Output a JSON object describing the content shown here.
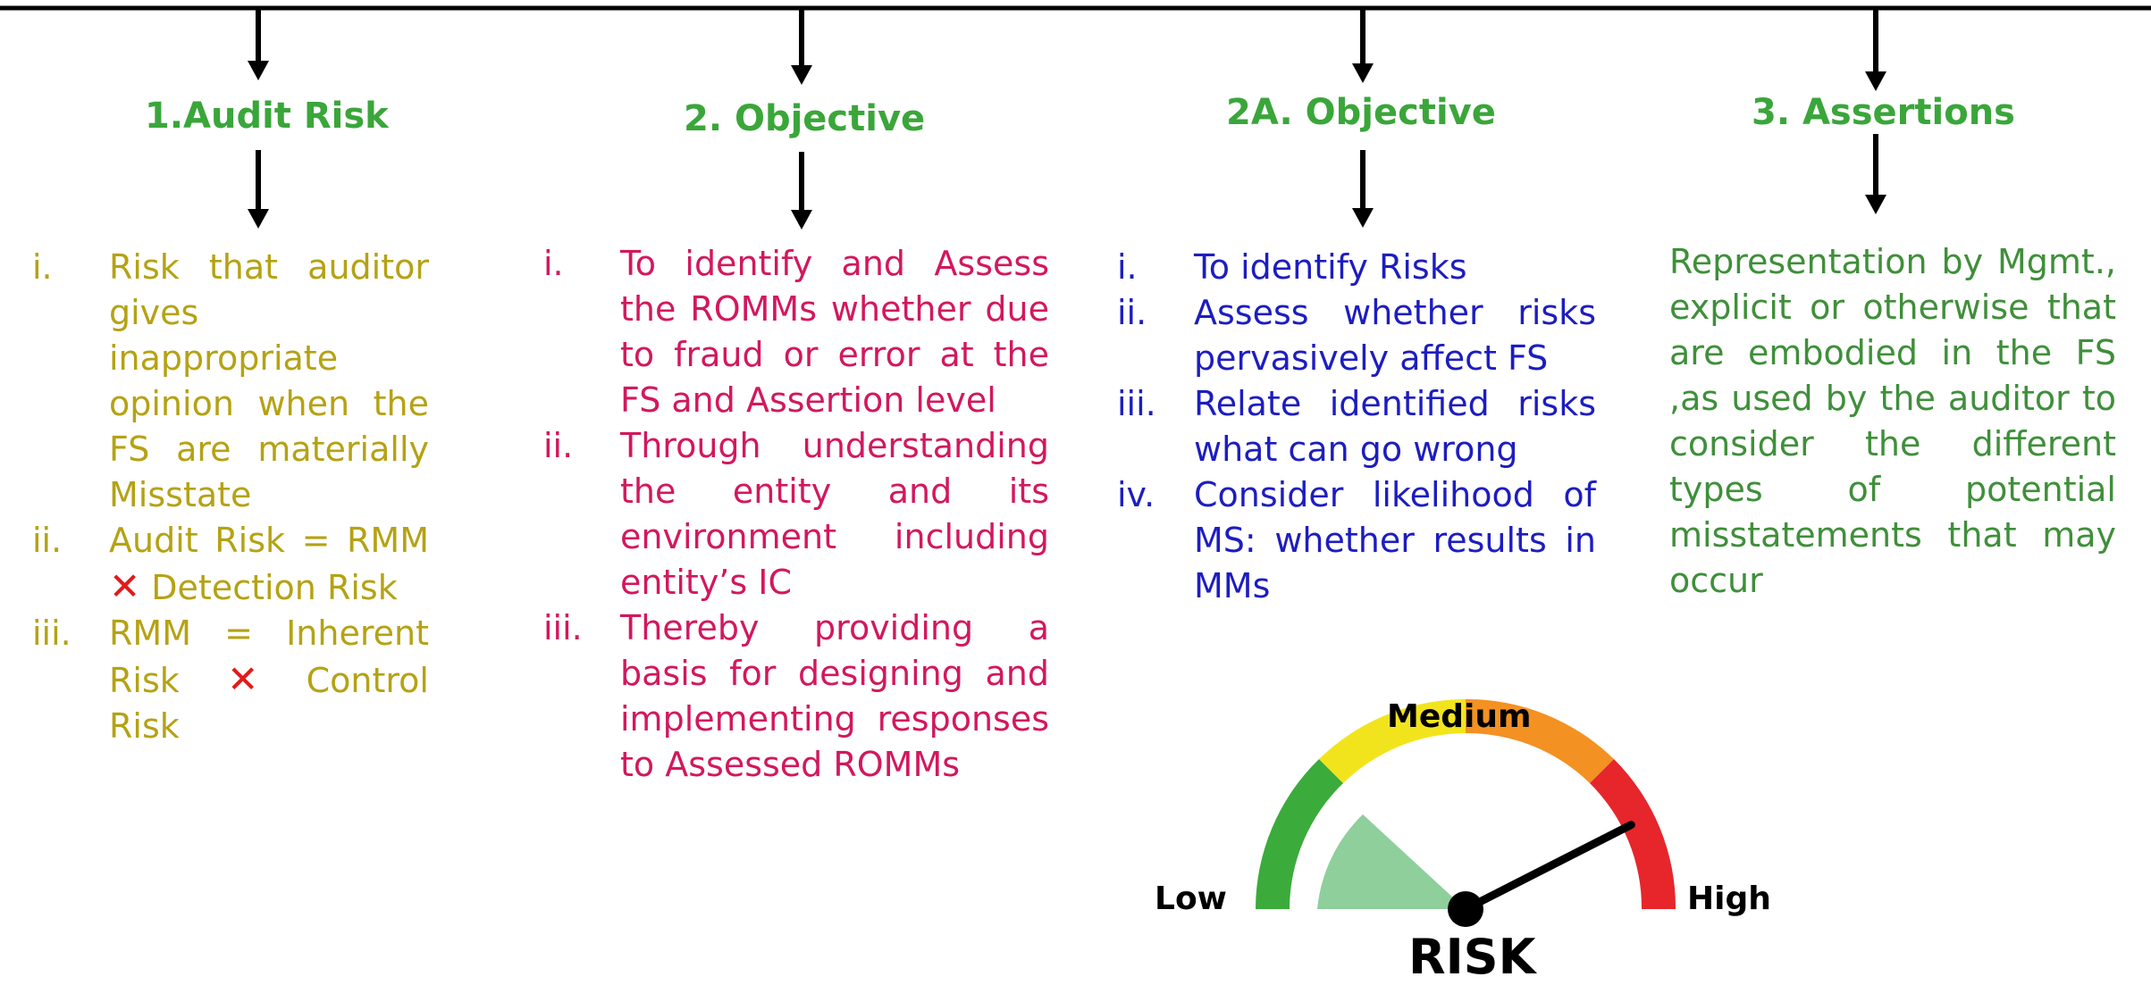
{
  "columns": [
    {
      "heading": "1.Audit Risk",
      "items": [
        {
          "num": "i.",
          "parts": [
            {
              "text": "Risk that auditor gives inappropriate opinion when the FS are materially Misstate"
            }
          ]
        },
        {
          "num": "ii.",
          "parts": [
            {
              "text": "Audit Risk = RMM "
            },
            {
              "text": "✕",
              "mark": true
            },
            {
              "text": " Detection Risk"
            }
          ]
        },
        {
          "num": "iii.",
          "parts": [
            {
              "text": "RMM = Inherent Risk "
            },
            {
              "text": "✕",
              "mark": true
            },
            {
              "text": " Control Risk"
            }
          ]
        }
      ]
    },
    {
      "heading": "2. Objective",
      "items": [
        {
          "num": "i.",
          "parts": [
            {
              "text": "To identify and Assess the ROMMs whether due to fraud or error at the FS and Assertion level"
            }
          ]
        },
        {
          "num": "ii.",
          "parts": [
            {
              "text": "Through understanding the entity and its environment including entity’s IC"
            }
          ]
        },
        {
          "num": "iii.",
          "parts": [
            {
              "text": "Thereby providing a basis for designing and implementing responses to Assessed ROMMs"
            }
          ]
        }
      ]
    },
    {
      "heading": "2A. Objective",
      "items": [
        {
          "num": "i.",
          "parts": [
            {
              "text": "To identify Risks"
            }
          ]
        },
        {
          "num": "ii.",
          "parts": [
            {
              "text": "Assess whether risks pervasively affect FS"
            }
          ]
        },
        {
          "num": "iii.",
          "parts": [
            {
              "text": "Relate identified risks what can go wrong"
            }
          ]
        },
        {
          "num": "iv.",
          "parts": [
            {
              "text": "Consider likelihood of MS: whether results in MMs"
            }
          ]
        }
      ]
    },
    {
      "heading": "3. Assertions",
      "paragraph": "Representation by Mgmt., explicit or otherwise that are embodied in the FS ,as used by the auditor to consider the different types of potential misstatements that may occur"
    }
  ],
  "gauge": {
    "low_label": "Low",
    "medium_label": "Medium",
    "high_label": "High",
    "title": "RISK",
    "level": 0.85,
    "colors": {
      "low": "#3bab3b",
      "low_mid": "#f2e41c",
      "mid_high": "#f39122",
      "high": "#e6262b",
      "filled": "#8ecf9c",
      "needle": "#000000"
    }
  }
}
